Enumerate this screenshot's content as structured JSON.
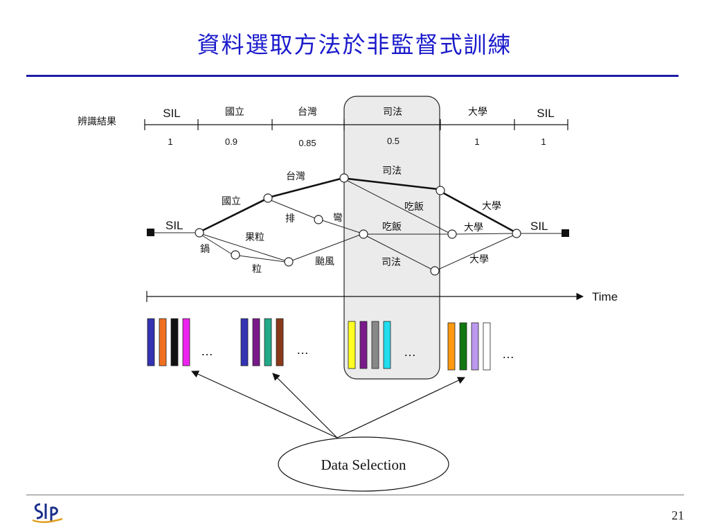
{
  "title": "資料選取方法於非監督式訓練",
  "page_number": "21",
  "logo_text": "SLP",
  "recognition": {
    "row_label": "辨識結果",
    "words": [
      "SIL",
      "國立",
      "台灣",
      "司法",
      "大學",
      "SIL"
    ],
    "scores": [
      "1",
      "0.9",
      "0.85",
      "0.5",
      "1",
      "1"
    ]
  },
  "lattice": {
    "start_label": "SIL",
    "end_label": "SIL",
    "edges": {
      "guoli": "國立",
      "taiwan_top": "台灣",
      "sifa_top": "司法",
      "daxue_top": "大學",
      "pai": "排",
      "wan": "彎",
      "chifan_diag": "吃飯",
      "chifan_mid": "吃飯",
      "daxue_mid": "大學",
      "guoli_fruit": "果粒",
      "guo": "鍋",
      "li": "粒",
      "typhoon": "颱風",
      "sifa_low": "司法",
      "daxue_low": "大學"
    }
  },
  "time_label": "Time",
  "ellipsis": "…",
  "data_selection_label": "Data Selection",
  "frame_colors": [
    [
      "#3333b3",
      "#f07020",
      "#111111",
      "#ee22ee"
    ],
    [
      "#3333b3",
      "#7a1a8a",
      "#22aa88",
      "#8a3a1a"
    ],
    [
      "#ffff22",
      "#7a1a8a",
      "#888888",
      "#22ddee"
    ],
    [
      "#ff9911",
      "#117711",
      "#bb99ee",
      "#ffffff"
    ]
  ]
}
